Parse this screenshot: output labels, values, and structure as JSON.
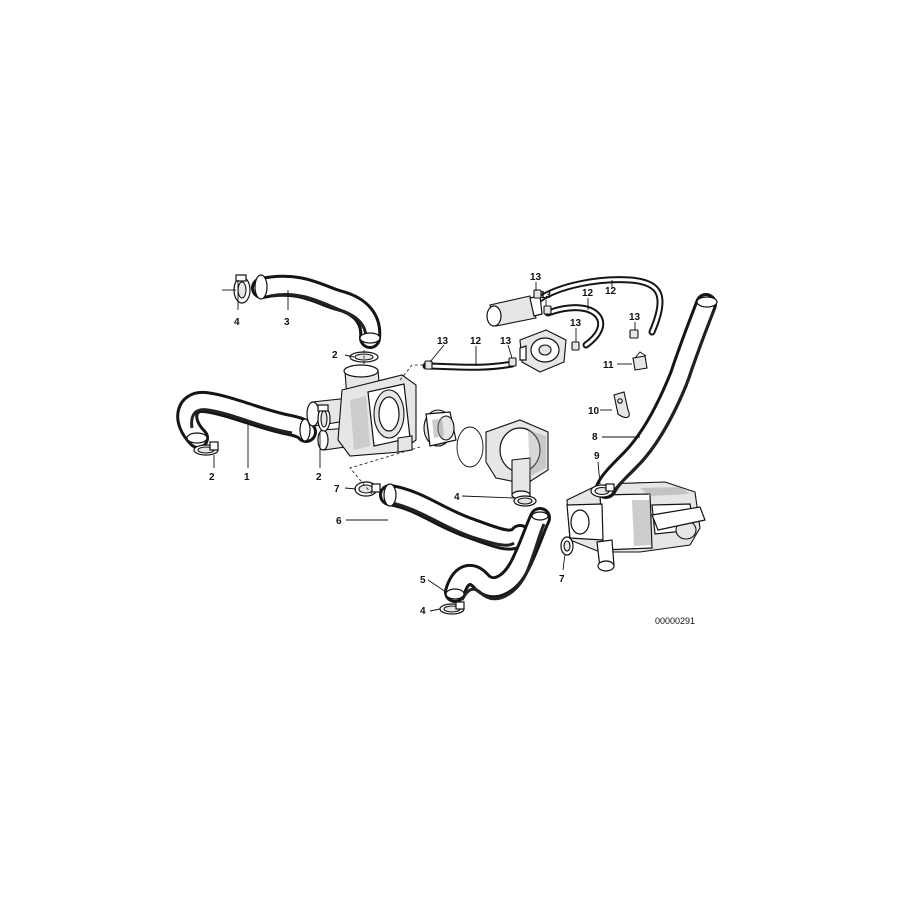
{
  "diagram": {
    "reference": "00000291",
    "callouts": [
      {
        "id": "c4a",
        "text": "4"
      },
      {
        "id": "c3",
        "text": "3"
      },
      {
        "id": "c2a",
        "text": "2"
      },
      {
        "id": "c1",
        "text": "1"
      },
      {
        "id": "c2b",
        "text": "2"
      },
      {
        "id": "c2c",
        "text": "2"
      },
      {
        "id": "c7a",
        "text": "7"
      },
      {
        "id": "c6",
        "text": "6"
      },
      {
        "id": "c4b",
        "text": "4"
      },
      {
        "id": "c5",
        "text": "5"
      },
      {
        "id": "c4c",
        "text": "4"
      },
      {
        "id": "c7b",
        "text": "7"
      },
      {
        "id": "c9",
        "text": "9"
      },
      {
        "id": "c8",
        "text": "8"
      },
      {
        "id": "c10",
        "text": "10"
      },
      {
        "id": "c11",
        "text": "11"
      },
      {
        "id": "c13a",
        "text": "13"
      },
      {
        "id": "c12a",
        "text": "12"
      },
      {
        "id": "c13b",
        "text": "13"
      },
      {
        "id": "c13c",
        "text": "13"
      },
      {
        "id": "c12b",
        "text": "12"
      },
      {
        "id": "c12c",
        "text": "12"
      },
      {
        "id": "c13d",
        "text": "13"
      },
      {
        "id": "c13e",
        "text": "13"
      },
      {
        "id": "c13f",
        "text": "13"
      }
    ]
  }
}
